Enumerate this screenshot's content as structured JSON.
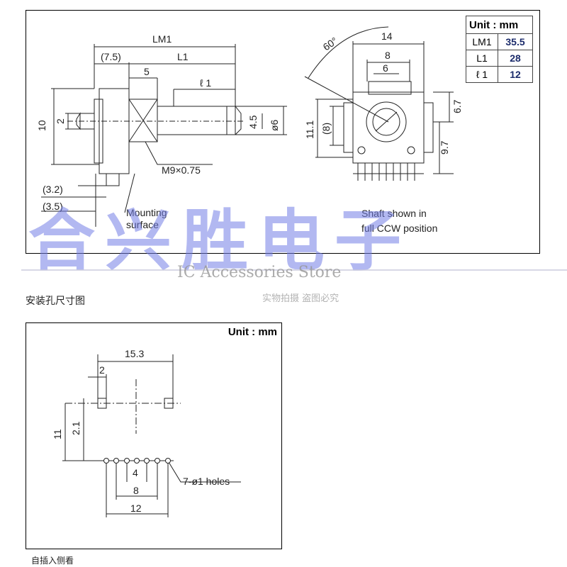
{
  "top": {
    "unit_label": "Unit : mm",
    "table": [
      {
        "label": "LM1",
        "value": "35.5"
      },
      {
        "label": "L1",
        "value": "28"
      },
      {
        "label": "ℓ 1",
        "value": "12"
      }
    ],
    "side_dims": {
      "lm1": "LM1",
      "l1": "L1",
      "l1_small": "ℓ 1",
      "d75": "(7.5)",
      "d5": "5",
      "d10": "10",
      "d2": "2",
      "d45": "4.5",
      "d6": "ø6",
      "thread": "M9×0.75",
      "d32": "(3.2)",
      "d35": "(3.5)",
      "mounting_1": "Mounting",
      "mounting_2": "surface"
    },
    "front_dims": {
      "d60": "60°",
      "d14": "14",
      "d8": "8",
      "d6": "6",
      "d111": "11.1",
      "d8p": "(8)",
      "d67": "6.7",
      "d97": "9.7",
      "note_1": "Shaft shown in",
      "note_2": "full CCW position"
    }
  },
  "watermark": {
    "text": "合兴胜电子",
    "store": "IC Accessories Store",
    "sub": "实物拍摄 盗图必究"
  },
  "caption_top": "安装孔尺寸图",
  "bottom": {
    "unit_label": "Unit : mm",
    "d153": "15.3",
    "d2": "2",
    "d11": "11",
    "d21": "2.1",
    "d4": "4",
    "d8": "8",
    "d12": "12",
    "holes": "7-ø1 holes"
  },
  "caption_bottom": "自插入侧看"
}
